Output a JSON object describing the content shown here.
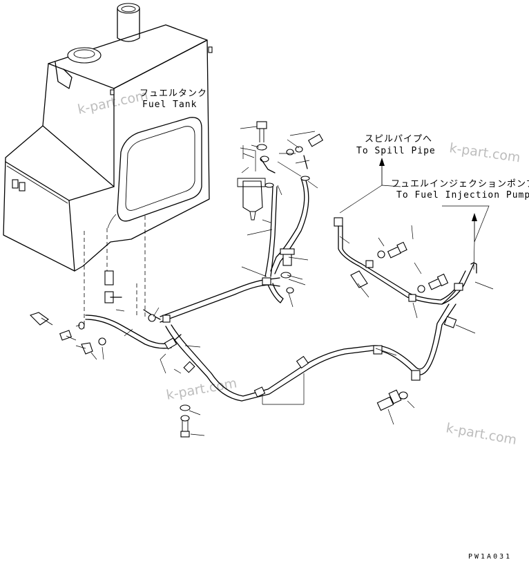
{
  "labels": {
    "fuel_tank_jp": "フュエルタンク",
    "fuel_tank_en": "Fuel Tank",
    "spill_pipe_jp": "スピルパイプへ",
    "spill_pipe_en": "To Spill Pipe",
    "injection_pump_jp": "フュエルインジェクションポンプへ",
    "injection_pump_en": "To Fuel Injection Pump"
  },
  "watermarks": [
    "k-part.com",
    "k-part.com",
    "k-part.com",
    "k-part.com"
  ],
  "drawing_code": "PW1A031"
}
